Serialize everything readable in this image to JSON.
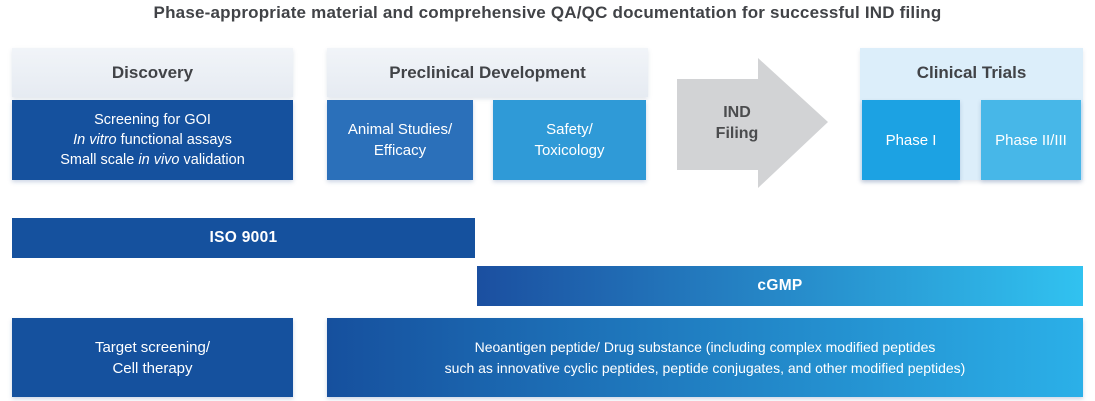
{
  "title": "Phase-appropriate material and comprehensive QA/QC documentation for successful IND filing",
  "colors": {
    "dark_blue": "#15519e",
    "medium_blue": "#2b70ba",
    "sky_blue": "#2f9ad7",
    "phase1_blue": "#1ca2e3",
    "phase2_blue": "#47b7e8",
    "stage_header_bg": "#e9edf3",
    "clinical_panel_bg": "#dceefa",
    "arrow_gray": "#d2d3d5",
    "heading_text": "#414347",
    "cgmp_gradient_start": "#1b4fa0",
    "cgmp_gradient_end": "#31c2f0"
  },
  "stages": {
    "discovery": {
      "header": "Discovery",
      "box": {
        "line1": "Screening for GOI",
        "line2_italic": "In vitro",
        "line2_rest": " functional assays",
        "line3_pre": "Small scale ",
        "line3_italic": "in vivo",
        "line3_post": " validation"
      }
    },
    "preclinical": {
      "header": "Preclinical Development",
      "animal_box": {
        "line1": "Animal Studies/",
        "line2": "Efficacy"
      },
      "safety_box": {
        "line1": "Safety/",
        "line2": "Toxicology"
      }
    },
    "clinical": {
      "header": "Clinical Trials",
      "phase1": "Phase I",
      "phase2": "Phase II/III"
    }
  },
  "ind_arrow": {
    "line1": "IND",
    "line2": "Filing"
  },
  "qa_bars": {
    "iso": "ISO 9001",
    "cgmp": "cGMP"
  },
  "bottom_row": {
    "target_box": {
      "line1": "Target screening/",
      "line2": "Cell therapy"
    },
    "neoantigen_box": {
      "line1": "Neoantigen peptide/ Drug substance (including complex modified peptides",
      "line2": "such as innovative cyclic peptides, peptide conjugates, and other modified peptides)"
    }
  }
}
